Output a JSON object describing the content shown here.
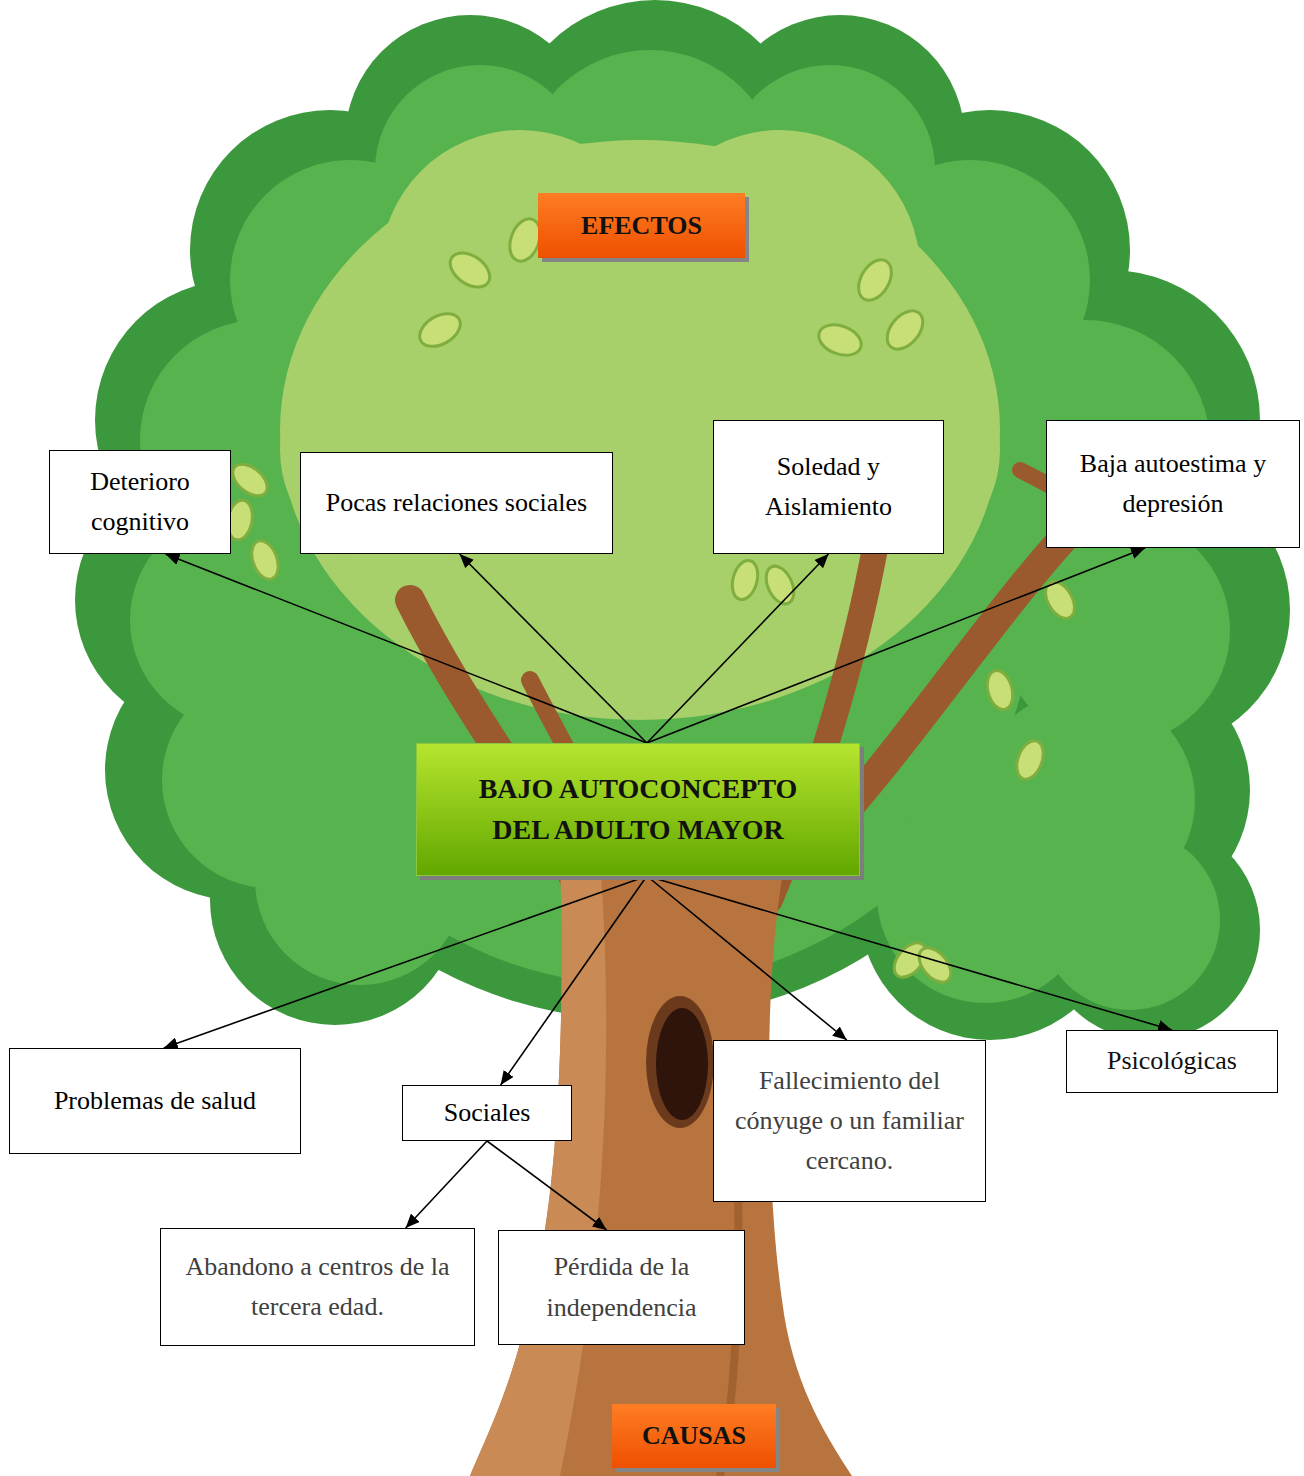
{
  "diagram": {
    "nodes": [
      {
        "text": [
          "EFECTOS"
        ]
      },
      {
        "text": [
          "Deterioro cognitivo"
        ]
      },
      {
        "text": [
          "Pocas relaciones sociales"
        ]
      },
      {
        "text": [
          "Soledad y Aislamiento"
        ]
      },
      {
        "text": [
          "Baja autoestima y depresión"
        ]
      },
      {
        "text": [
          "BAJO AUTOCONCEPTO DEL ADULTO MAYOR"
        ]
      },
      {
        "text": [
          "Problemas de salud"
        ]
      },
      {
        "text": [
          "Sociales"
        ]
      },
      {
        "text": [
          "Fallecimiento del cónyuge o un familiar cercano."
        ]
      },
      {
        "text": [
          "Psicológicas"
        ]
      },
      {
        "text": [
          "Abandono a centros de la tercera edad."
        ]
      },
      {
        "text": [
          "Pérdida de la independencia"
        ]
      },
      {
        "text": [
          "CAUSAS"
        ]
      }
    ],
    "edges": [
      {
        "from": 5,
        "to": 1,
        "arrow": "to"
      },
      {
        "from": 5,
        "to": 2,
        "arrow": "to"
      },
      {
        "from": 5,
        "to": 3,
        "arrow": "to"
      },
      {
        "from": 5,
        "to": 4,
        "arrow": "to"
      },
      {
        "from": 5,
        "to": 6,
        "arrow": "to"
      },
      {
        "from": 5,
        "to": 7,
        "arrow": "to"
      },
      {
        "from": 5,
        "to": 8,
        "arrow": "to"
      },
      {
        "from": 5,
        "to": 9,
        "arrow": "to"
      },
      {
        "from": 7,
        "to": 10,
        "arrow": "to"
      },
      {
        "from": 7,
        "to": 11,
        "arrow": "to"
      }
    ]
  }
}
